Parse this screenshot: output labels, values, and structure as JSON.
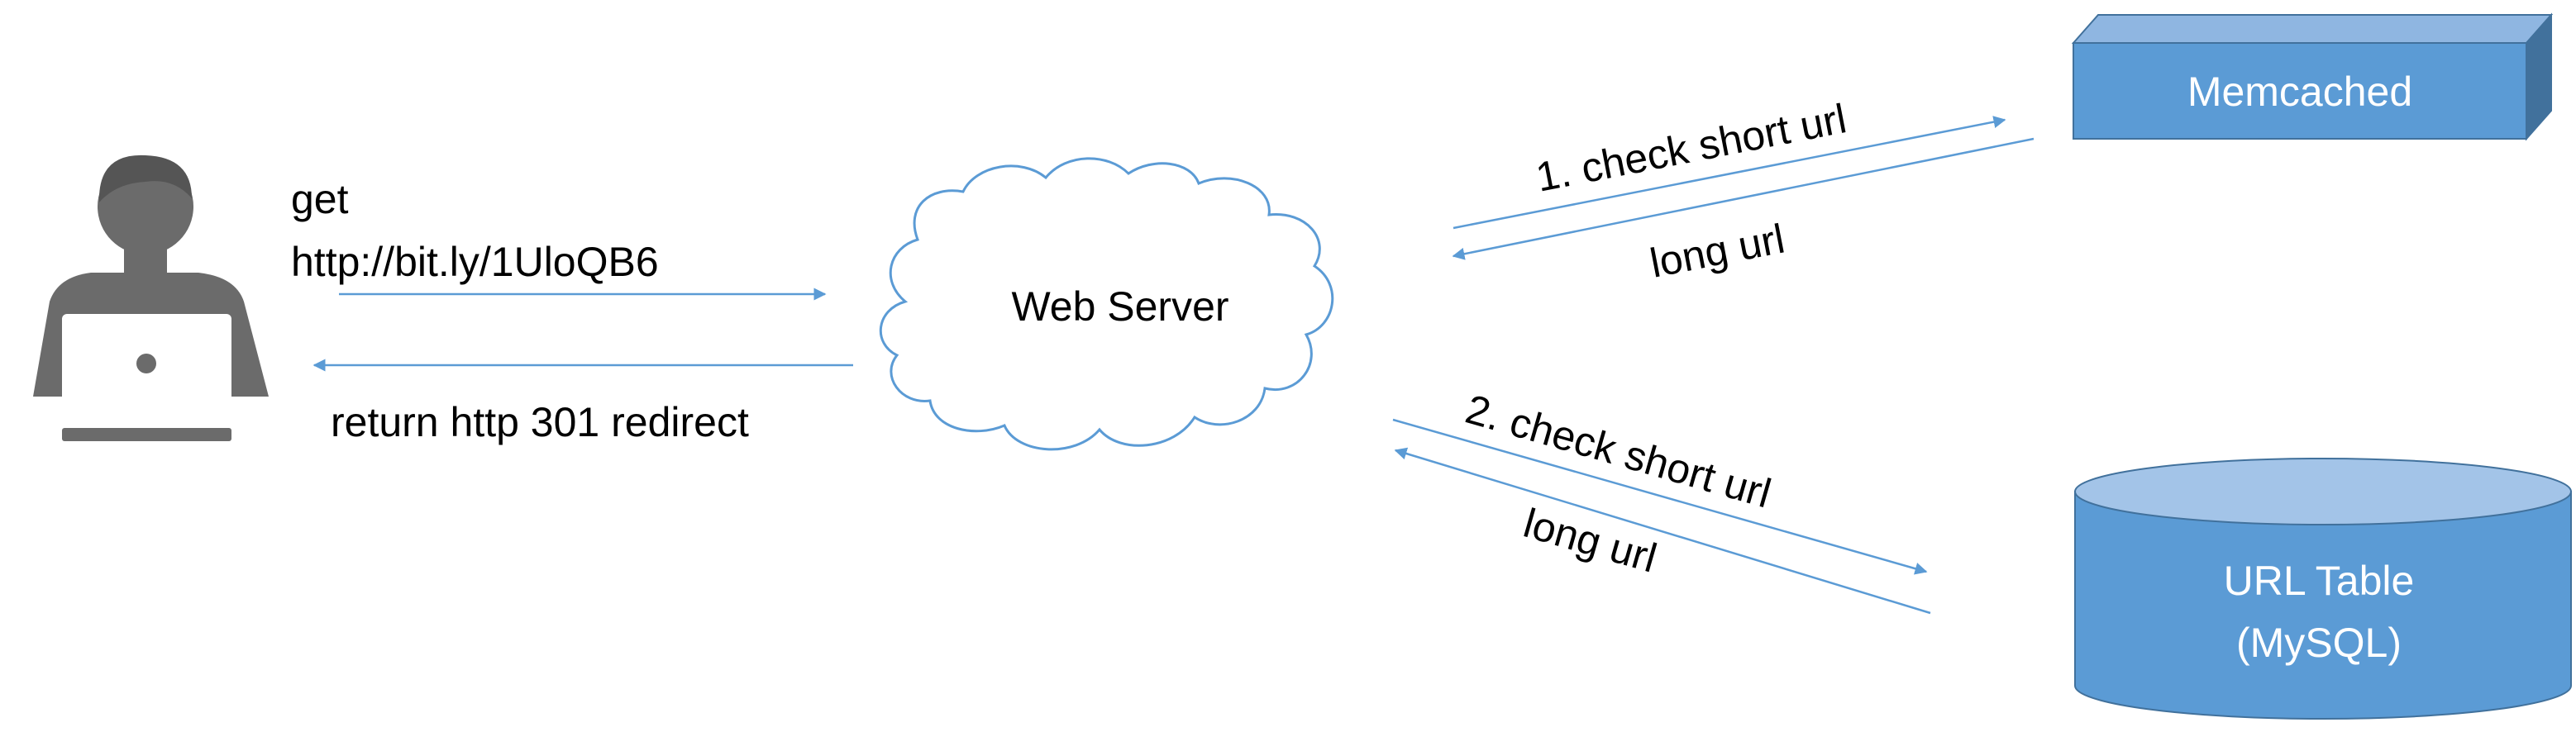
{
  "colors": {
    "accent": "#5b9bd5",
    "accent_dark": "#41719c",
    "box_fill": "#5b9bd5",
    "box_top": "#8fb6e1",
    "cylinder_top": "#a3c4e8",
    "user_icon": "#6b6b6b"
  },
  "nodes": {
    "user": {
      "icon": "user-laptop-icon"
    },
    "web_server": {
      "label": "Web Server",
      "shape": "cloud"
    },
    "memcached": {
      "label": "Memcached",
      "shape": "3d-box"
    },
    "url_table": {
      "line1": "URL Table",
      "line2": "(MySQL)",
      "shape": "cylinder"
    }
  },
  "edges": {
    "request": {
      "line1": "get",
      "line2": "http://bit.ly/1UloQB6"
    },
    "response": {
      "label": "return http 301 redirect"
    },
    "cache_check": {
      "label": "1. check short url"
    },
    "cache_reply": {
      "label": "long url"
    },
    "db_check": {
      "label": "2. check short url"
    },
    "db_reply": {
      "label": "long url"
    }
  }
}
